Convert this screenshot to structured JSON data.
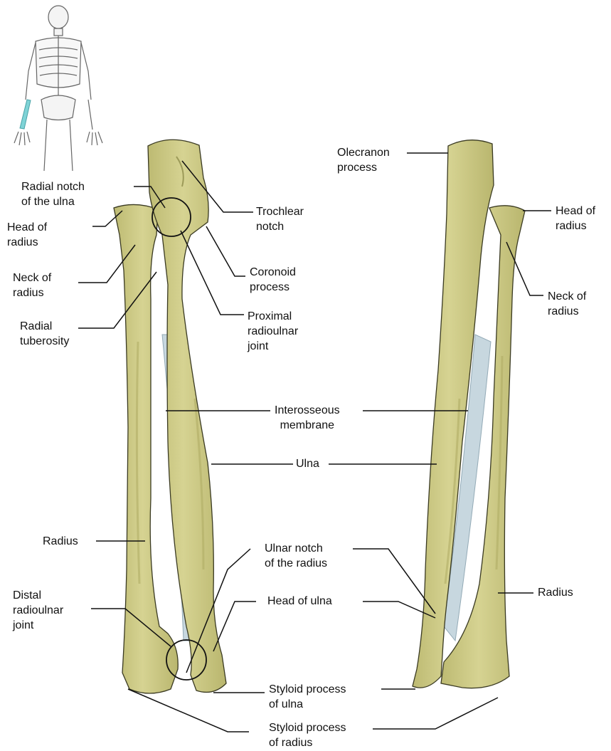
{
  "colors": {
    "bone": "#d3d08c",
    "bone_shade": "#b7b56b",
    "bone_outline": "#3a3a22",
    "membrane": "#c7d7df",
    "membrane_line": "#93aab6",
    "skeleton_outline": "#666666",
    "highlight": "#7fd3d6"
  },
  "labels": {
    "radial_notch": "Radial notch\nof the ulna",
    "head_radius_left": "Head of\nradius",
    "neck_radius_left": "Neck of\nradius",
    "radial_tuberosity": "Radial\ntuberosity",
    "trochlear_notch": "Trochlear\nnotch",
    "coronoid_process": "Coronoid\nprocess",
    "proximal_joint": "Proximal\nradioulnar\njoint",
    "interosseous": "Interosseous\nmembrane",
    "ulna": "Ulna",
    "radius_left": "Radius",
    "distal_joint": "Distal\nradioulnar\njoint",
    "ulnar_notch": "Ulnar notch\nof the radius",
    "head_ulna": "Head of ulna",
    "styloid_ulna": "Styloid process\nof ulna",
    "styloid_radius": "Styloid process\nof radius",
    "olecranon": "Olecranon\nprocess",
    "head_radius_right": "Head of\nradius",
    "neck_radius_right": "Neck of\nradius",
    "radius_right": "Radius"
  }
}
